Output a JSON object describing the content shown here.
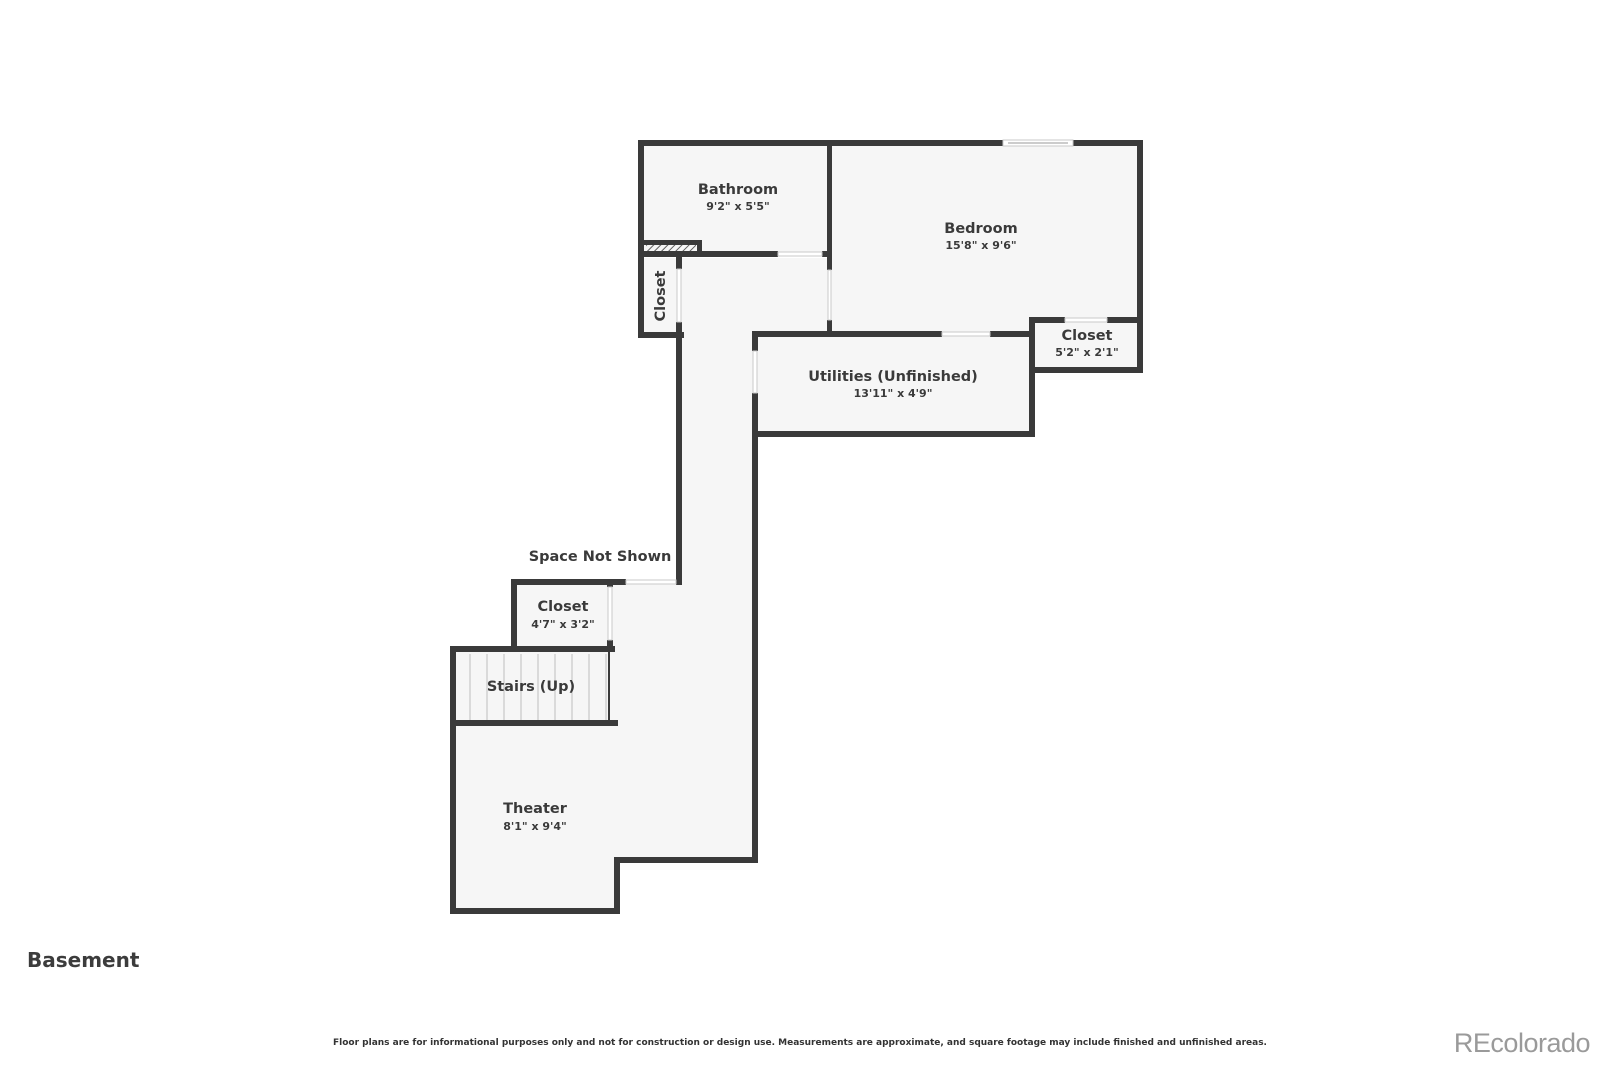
{
  "floor": {
    "label": "Basement"
  },
  "rooms": {
    "bathroom": {
      "name": "Bathroom",
      "dimensions": "9'2\" x 5'5\""
    },
    "bedroom": {
      "name": "Bedroom",
      "dimensions": "15'8\" x 9'6\""
    },
    "closet_bedroom": {
      "name": "Closet",
      "dimensions": "5'2\" x 2'1\""
    },
    "closet_hall": {
      "name": "Closet"
    },
    "utilities": {
      "name": "Utilities (Unfinished)",
      "dimensions": "13'11\" x 4'9\""
    },
    "closet_stairs": {
      "name": "Closet",
      "dimensions": "4'7\" x 3'2\""
    },
    "stairs": {
      "name": "Stairs (Up)"
    },
    "theater": {
      "name": "Theater",
      "dimensions": "8'1\" x 9'4\""
    }
  },
  "annotations": {
    "space_not_shown": "Space Not Shown"
  },
  "footer": {
    "disclaimer": "Floor plans are for informational purposes only and not for construction or design use. Measurements are approximate, and square footage may include finished and unfinished areas.",
    "logo": "REcolorado"
  },
  "colors": {
    "wall": "#3a3a3a",
    "floor": "#f6f6f6",
    "background": "#ffffff",
    "logo": "#9a9a9a"
  }
}
